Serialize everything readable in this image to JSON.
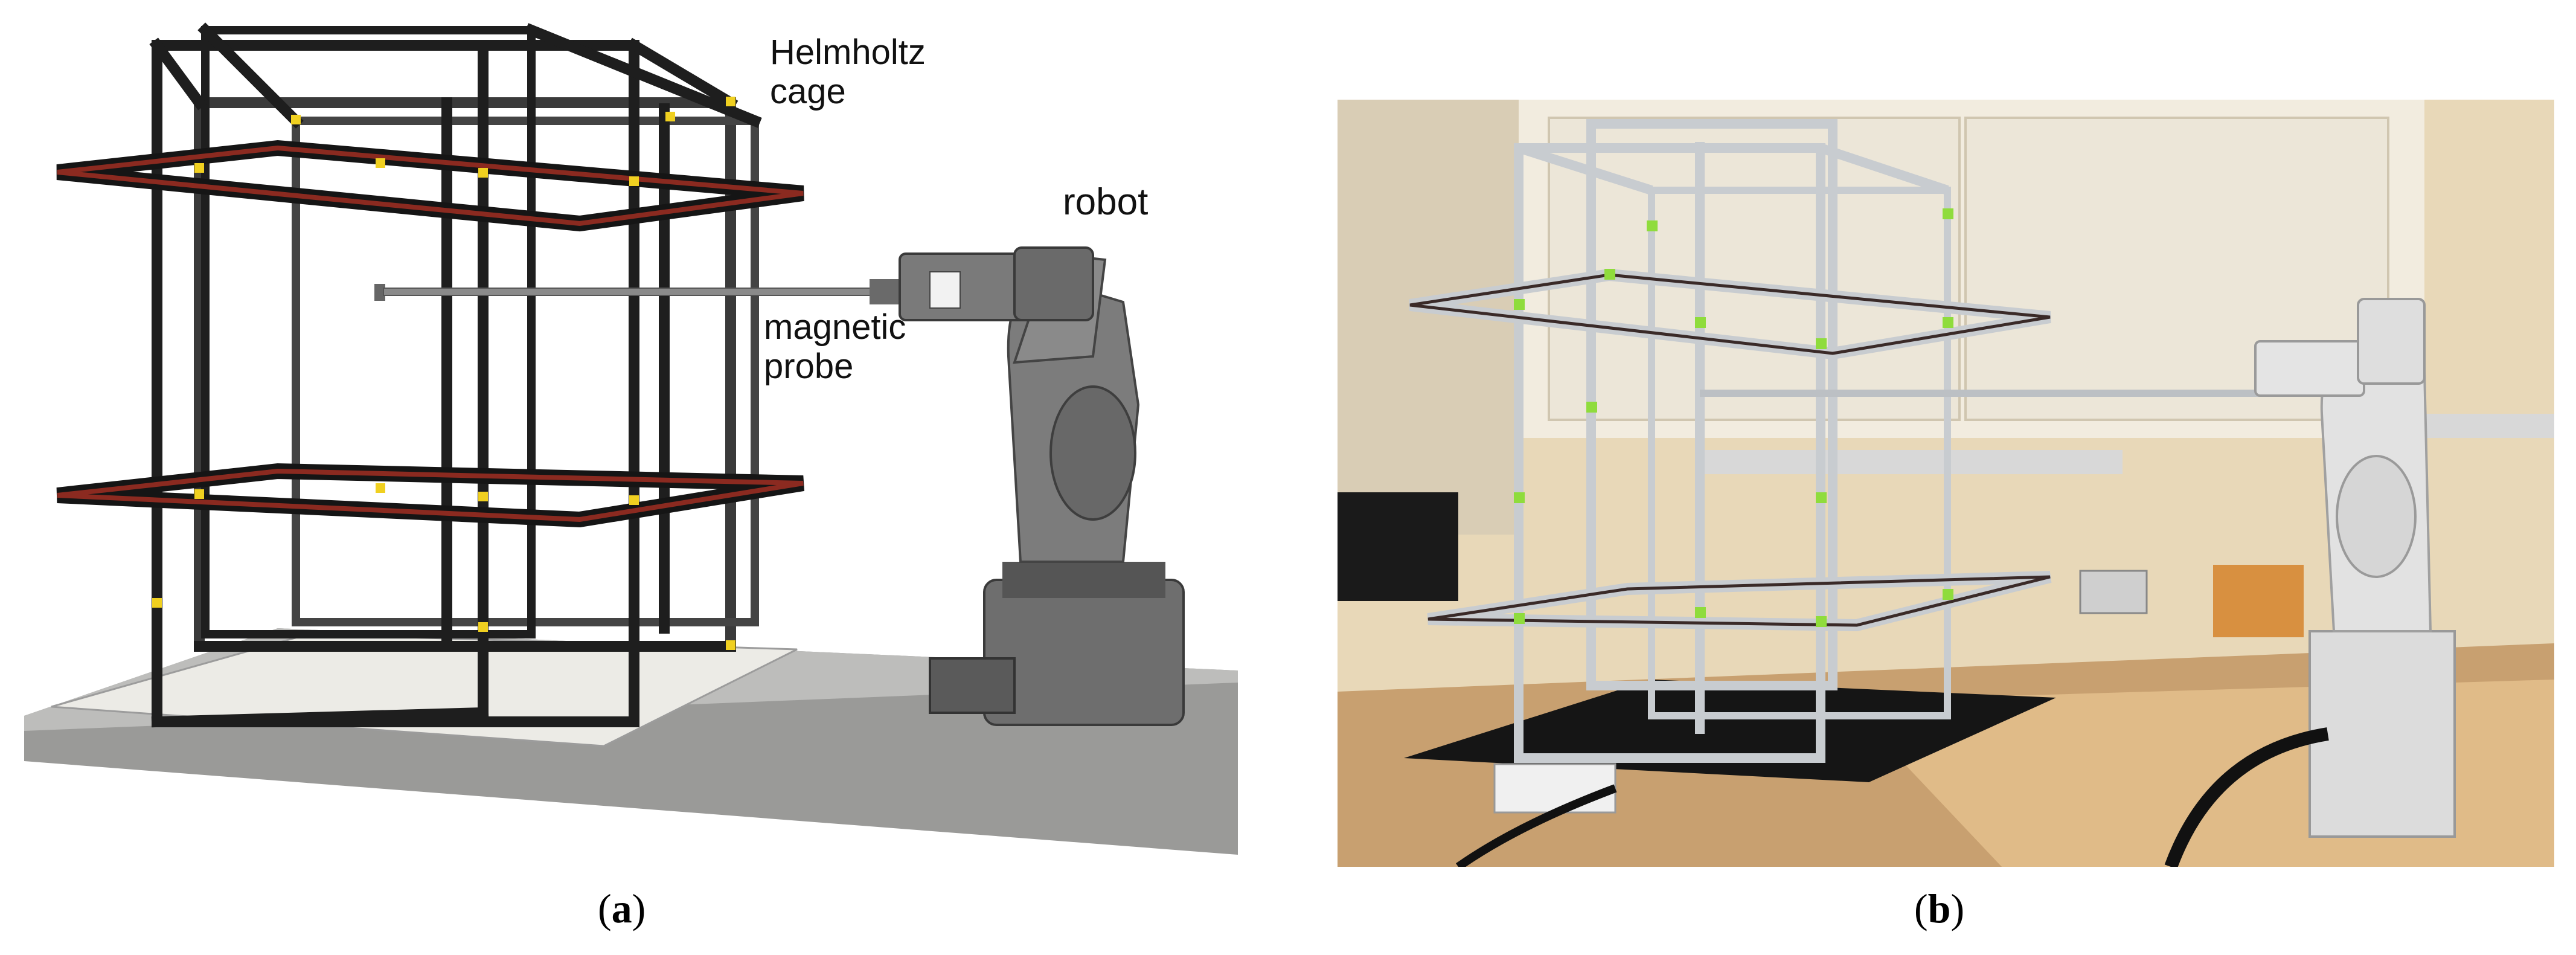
{
  "panel_a": {
    "labels": {
      "cage_line1": "Helmholtz",
      "cage_line2": "cage",
      "robot": "robot",
      "probe_line1": "magnetic",
      "probe_line2": "probe"
    },
    "caption_letter": "a"
  },
  "panel_b": {
    "caption_letter": "b"
  },
  "colors": {
    "frame_dark": "#2a2a2a",
    "coil_red": "#8b2a20",
    "clip_yellow": "#f0d020",
    "robot_gray": "#7c7c7c",
    "aluminum": "#c8ccd0",
    "clip_green": "#8fdc3c",
    "wall": "#e8d8b8",
    "desk": "#c8a070"
  }
}
